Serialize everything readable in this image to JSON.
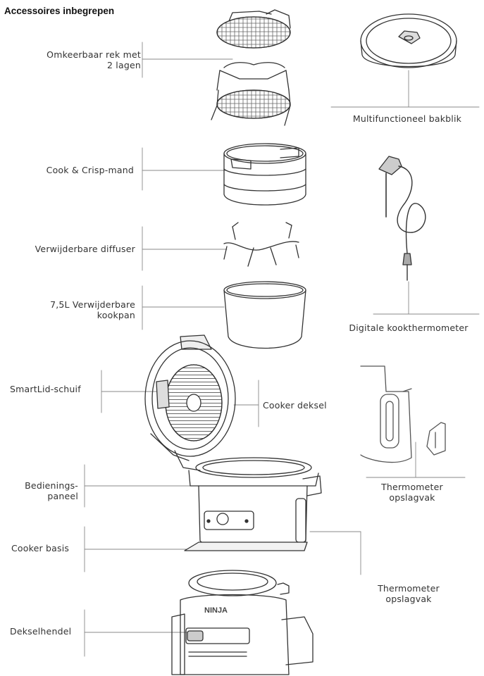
{
  "heading": "Accessoires inbegrepen",
  "labels": {
    "rack": [
      "Omkeerbaar rek met",
      "2 lagen"
    ],
    "bakblik": "Multifunctioneel bakblik",
    "mand": "Cook & Crisp-mand",
    "thermometer": "Digitale kookthermometer",
    "diffuser": "Verwijderbare diffuser",
    "kookpan": [
      "7,5L Verwijderbare",
      "kookpan"
    ],
    "smartlid": "SmartLid-schuif",
    "deksel": "Cooker deksel",
    "bediening": [
      "Bedienings-",
      "paneel"
    ],
    "opslag1": [
      "Thermometer",
      "opslagvak"
    ],
    "basis": "Cooker basis",
    "opslag2": [
      "Thermometer",
      "opslagvak"
    ],
    "hendel": "Dekselhendel"
  },
  "brand_text": "NINJA"
}
